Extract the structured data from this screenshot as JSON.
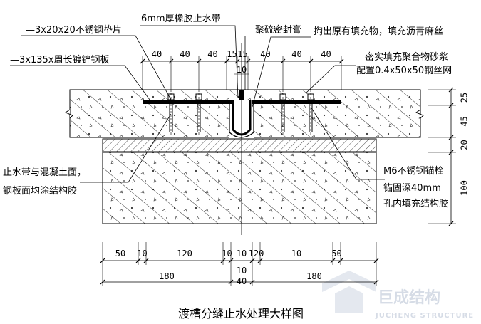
{
  "title": "渡槽分缝止水处理大样图",
  "labels": {
    "pad": "—3x20x20不锈钢垫片",
    "plate": "—3x135x周长镀锌钢板",
    "rubber": "6mm厚橡胶止水带",
    "sealant": "聚硫密封膏",
    "filler": "掏出原有填充物，填充沥青麻丝",
    "mortar1": "密实填充聚合物砂浆",
    "mortar2": "配置0.4x50x50钢丝网",
    "glue1": "止水带与混凝土面，",
    "glue2": "钢板面均涂结构胶",
    "anchor1": "M6不锈钢锚栓",
    "anchor2": "锚固深40mm",
    "anchor3": "孔内填充结构胶"
  },
  "dimensions": {
    "top": [
      "40",
      "40",
      "40",
      "15",
      "15",
      "40",
      "40",
      "40"
    ],
    "top_center": "10",
    "right": [
      "25",
      "45",
      "20",
      "100"
    ],
    "bottom_row1": [
      "50",
      "10",
      "120",
      "10",
      "10",
      "120",
      "10",
      "50"
    ],
    "bottom_row2": [
      "180",
      "10",
      "180"
    ],
    "bottom_center": "40"
  },
  "watermark": {
    "name": "巨成结构",
    "sub": "JUCHENG STRUCTURE",
    "color": "#d6dce6"
  }
}
